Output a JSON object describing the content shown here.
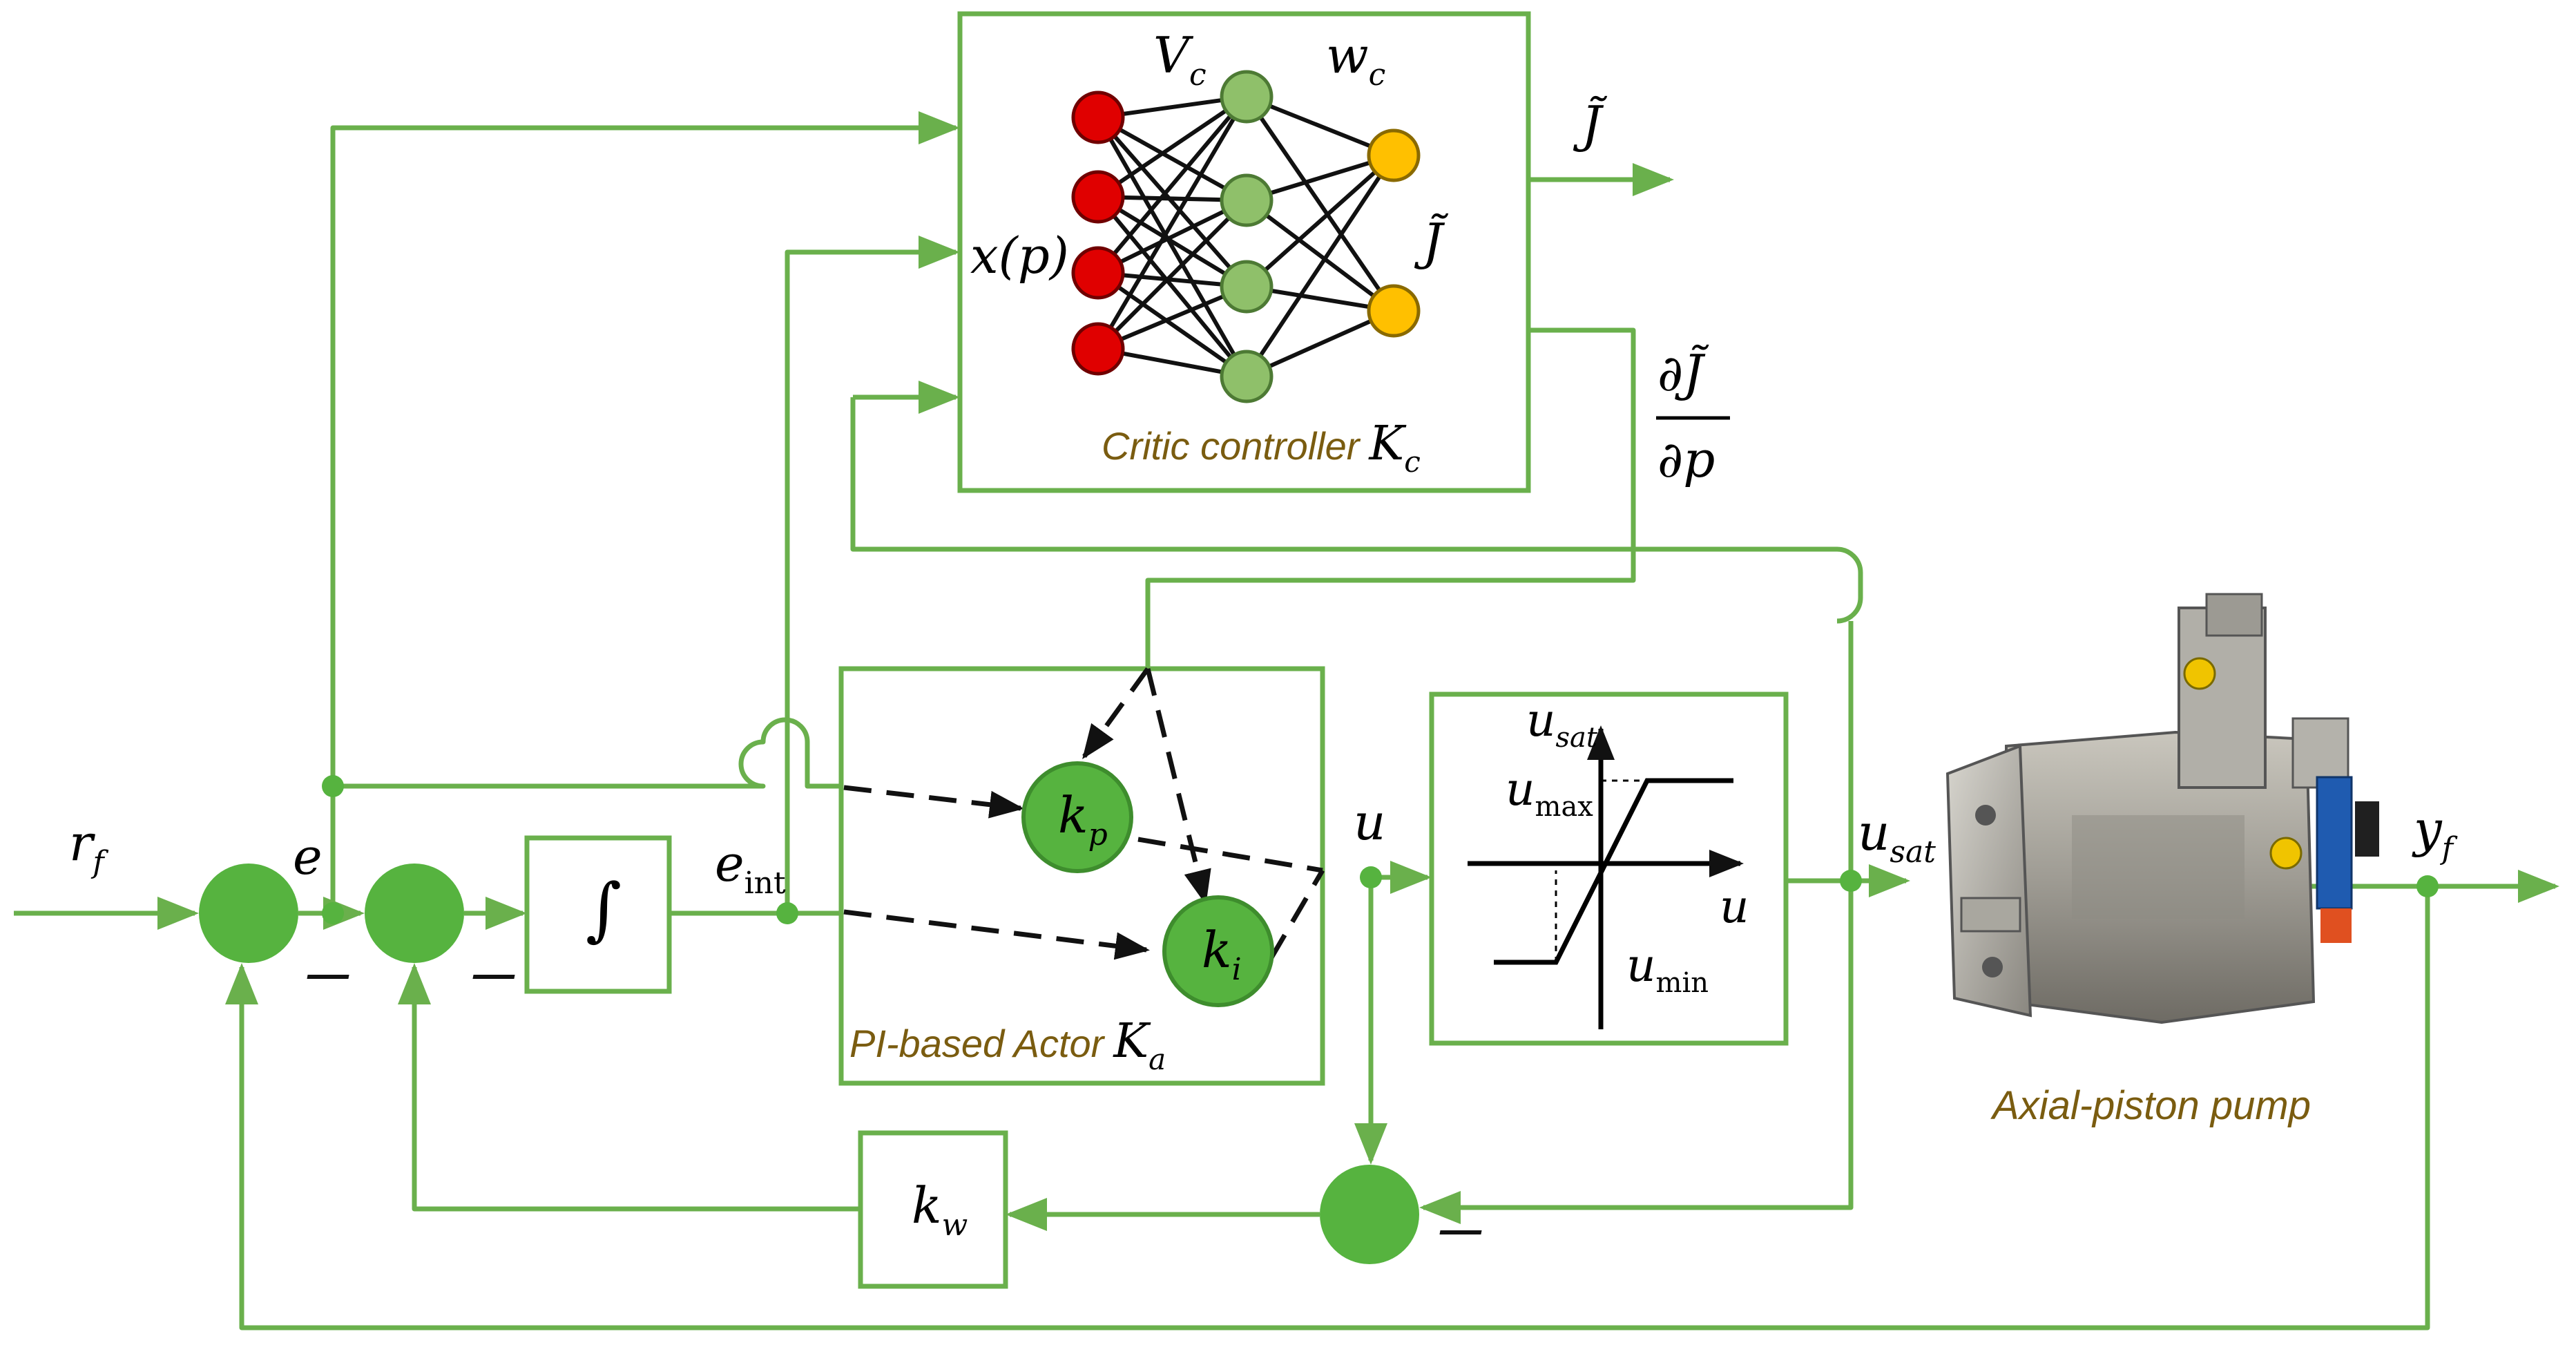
{
  "critic": {
    "caption": "Critic controller",
    "gain_sym": "K",
    "gain_sub": "c",
    "hidden_label_sym": "V",
    "hidden_label_sub": "c",
    "output_weights_sym": "w",
    "output_weights_sub": "c",
    "input_label": "x(p)",
    "output_label": "J̃",
    "out_arrow_label": "J̃",
    "grad_num": "∂J̃",
    "grad_den": "∂p"
  },
  "actor": {
    "caption": "PI-based Actor",
    "gain_sym": "K",
    "gain_sub": "a",
    "kp_sym": "k",
    "kp_sub": "p",
    "ki_sym": "k",
    "ki_sub": "i"
  },
  "integrator": {
    "symbol": "∫"
  },
  "signals": {
    "reference_sym": "r",
    "reference_sub": "f",
    "error": "e",
    "eint_sym": "e",
    "eint_sub": "int",
    "control": "u",
    "usat_sym": "u",
    "usat_sub": "sat",
    "output_sym": "y",
    "output_sub": "f",
    "kw_sym": "k",
    "kw_sub": "w",
    "minus_sign": "—"
  },
  "saturation": {
    "y_axis_sym": "u",
    "y_axis_sub": "sat",
    "x_axis": "u",
    "umax_sym": "u",
    "umax_sub": "max",
    "umin_sym": "u",
    "umin_sub": "min"
  },
  "plant": {
    "caption": "Axial-piston pump"
  },
  "colors": {
    "wire": "#6ab04c",
    "sum_node": "#56b33f",
    "input_neuron": "#e00000",
    "hidden_neuron": "#8fc06a",
    "output_neuron": "#ffc000",
    "caption_text": "#7a5c10",
    "actor_gain_fill": "#56b33f"
  }
}
